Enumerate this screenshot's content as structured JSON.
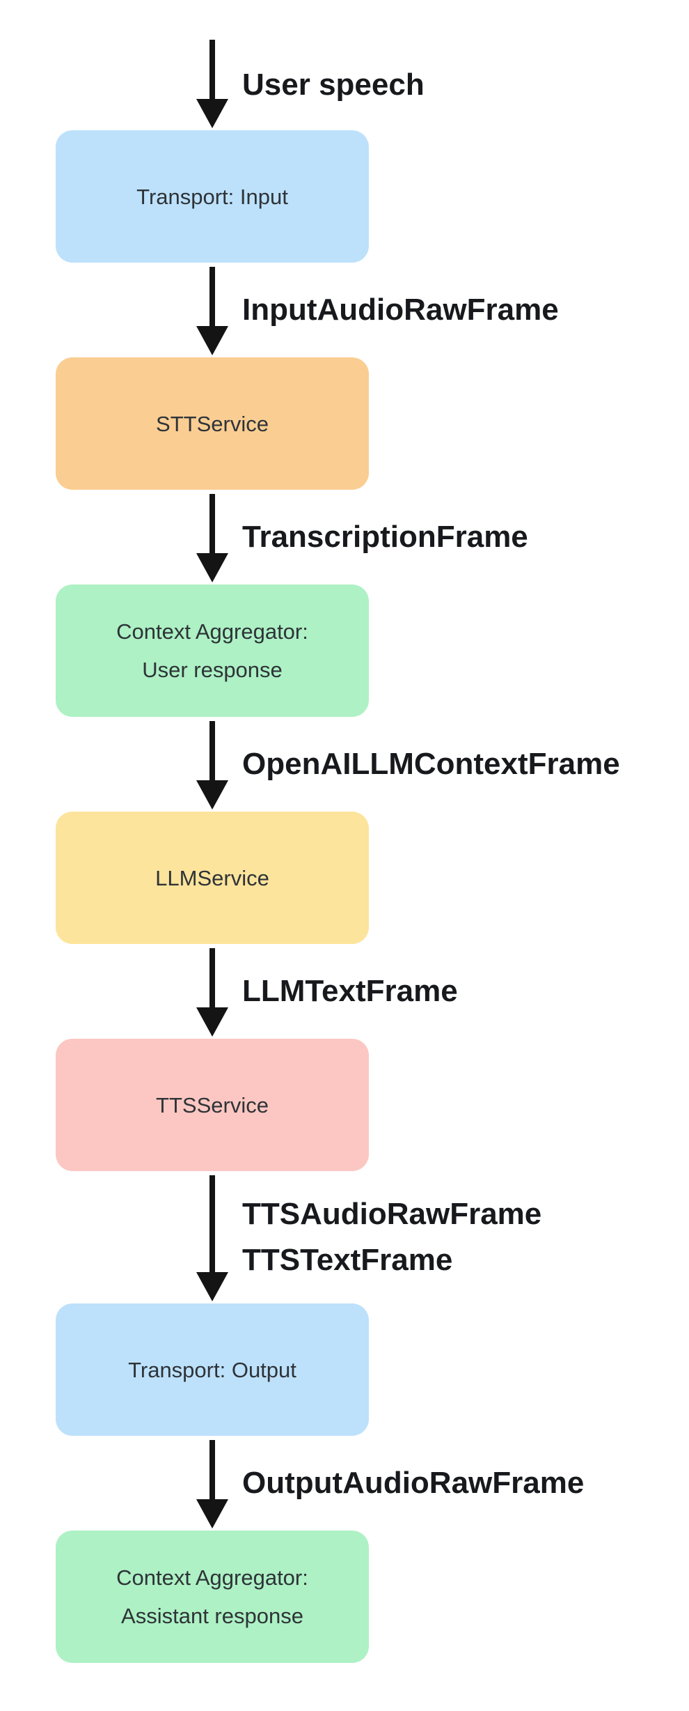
{
  "flow": {
    "colors": {
      "background": "#FFFFFF",
      "arrow": "#141414",
      "edge_label_text": "#17191D",
      "node_text": "#2E3338",
      "transport_blue": "#BDE1FB",
      "stt_orange": "#FACD92",
      "aggregator_green": "#ADF1C4",
      "llm_yellow": "#FDE49C",
      "tts_pink": "#FCC7C2"
    },
    "edges": [
      {
        "labels": [
          "User speech"
        ]
      },
      {
        "labels": [
          "InputAudioRawFrame"
        ]
      },
      {
        "labels": [
          "TranscriptionFrame"
        ]
      },
      {
        "labels": [
          "OpenAILLMContextFrame"
        ]
      },
      {
        "labels": [
          "LLMTextFrame"
        ]
      },
      {
        "labels": [
          "TTSAudioRawFrame",
          "TTSTextFrame"
        ]
      },
      {
        "labels": [
          "OutputAudioRawFrame"
        ]
      }
    ],
    "nodes": [
      {
        "lines": [
          "Transport: Input"
        ],
        "color": "#BDE1FB"
      },
      {
        "lines": [
          "STTService"
        ],
        "color": "#FACD92"
      },
      {
        "lines": [
          "Context Aggregator:",
          "User response"
        ],
        "color": "#ADF1C4"
      },
      {
        "lines": [
          "LLMService"
        ],
        "color": "#FDE49C"
      },
      {
        "lines": [
          "TTSService"
        ],
        "color": "#FCC7C2"
      },
      {
        "lines": [
          "Transport: Output"
        ],
        "color": "#BDE1FB"
      },
      {
        "lines": [
          "Context Aggregator:",
          "Assistant response"
        ],
        "color": "#ADF1C4"
      }
    ]
  }
}
